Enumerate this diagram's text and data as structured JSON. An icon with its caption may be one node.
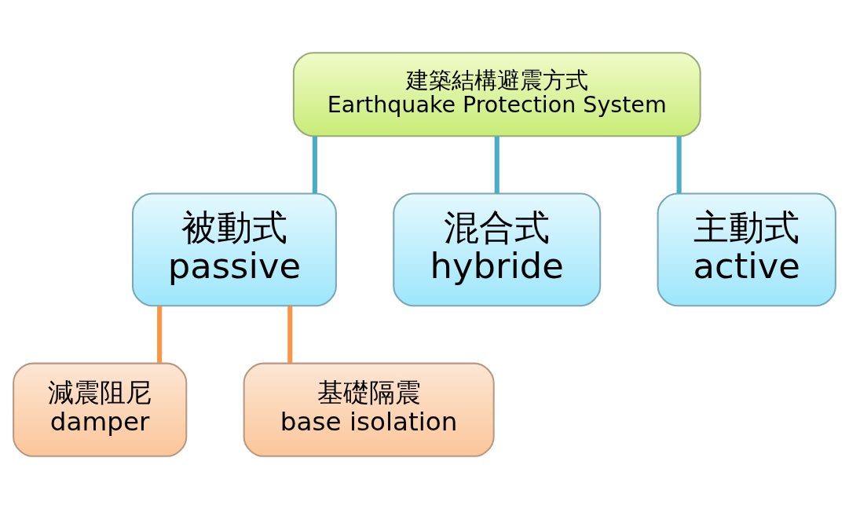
{
  "diagram": {
    "nodes": [
      {
        "text": [
          "建築結構避震方式",
          "Earthquake Protection System"
        ]
      },
      {
        "text": [
          "被動式",
          "passive"
        ]
      },
      {
        "text": [
          "混合式",
          "hybride"
        ]
      },
      {
        "text": [
          "主動式",
          "active"
        ]
      },
      {
        "text": [
          "減震阻尼",
          "damper"
        ]
      },
      {
        "text": [
          "基礎隔震",
          "base isolation"
        ]
      }
    ],
    "edges": [
      {
        "from": 0,
        "to": 1,
        "arrow": "none"
      },
      {
        "from": 0,
        "to": 2,
        "arrow": "none"
      },
      {
        "from": 0,
        "to": 3,
        "arrow": "none"
      },
      {
        "from": 1,
        "to": 4,
        "arrow": "none",
        "color": "#f79646"
      },
      {
        "from": 1,
        "to": 5,
        "arrow": "none",
        "color": "#f79646"
      }
    ]
  }
}
